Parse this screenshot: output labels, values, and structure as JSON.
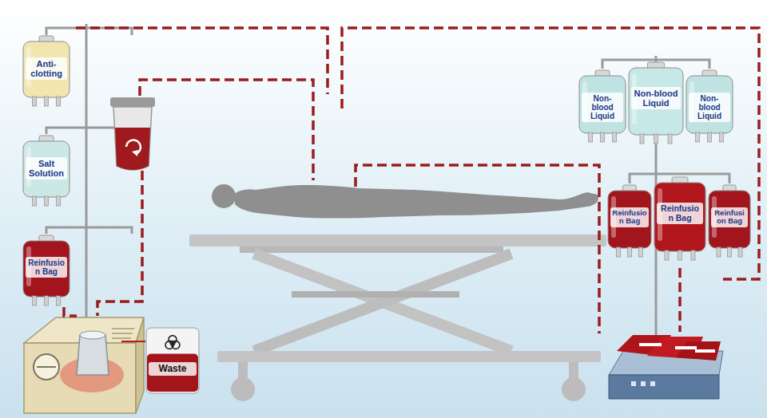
{
  "diagram": {
    "nodes": [
      {
        "text": [
          "Anti-clotting"
        ]
      },
      {
        "text": [
          "Salt Solution"
        ]
      },
      {
        "text": [
          "Reinfusion Bag"
        ]
      },
      {
        "text": [
          "Waste"
        ]
      },
      {
        "text": [
          "Non-blood Liquid"
        ]
      },
      {
        "text": [
          "Non-blood Liquid"
        ]
      },
      {
        "text": [
          "Non-blood Liquid"
        ]
      },
      {
        "text": [
          "Reinfusion Bag"
        ]
      },
      {
        "text": [
          "Reinfusion Bag"
        ]
      },
      {
        "text": [
          "Reinfusion Bag"
        ]
      }
    ]
  }
}
